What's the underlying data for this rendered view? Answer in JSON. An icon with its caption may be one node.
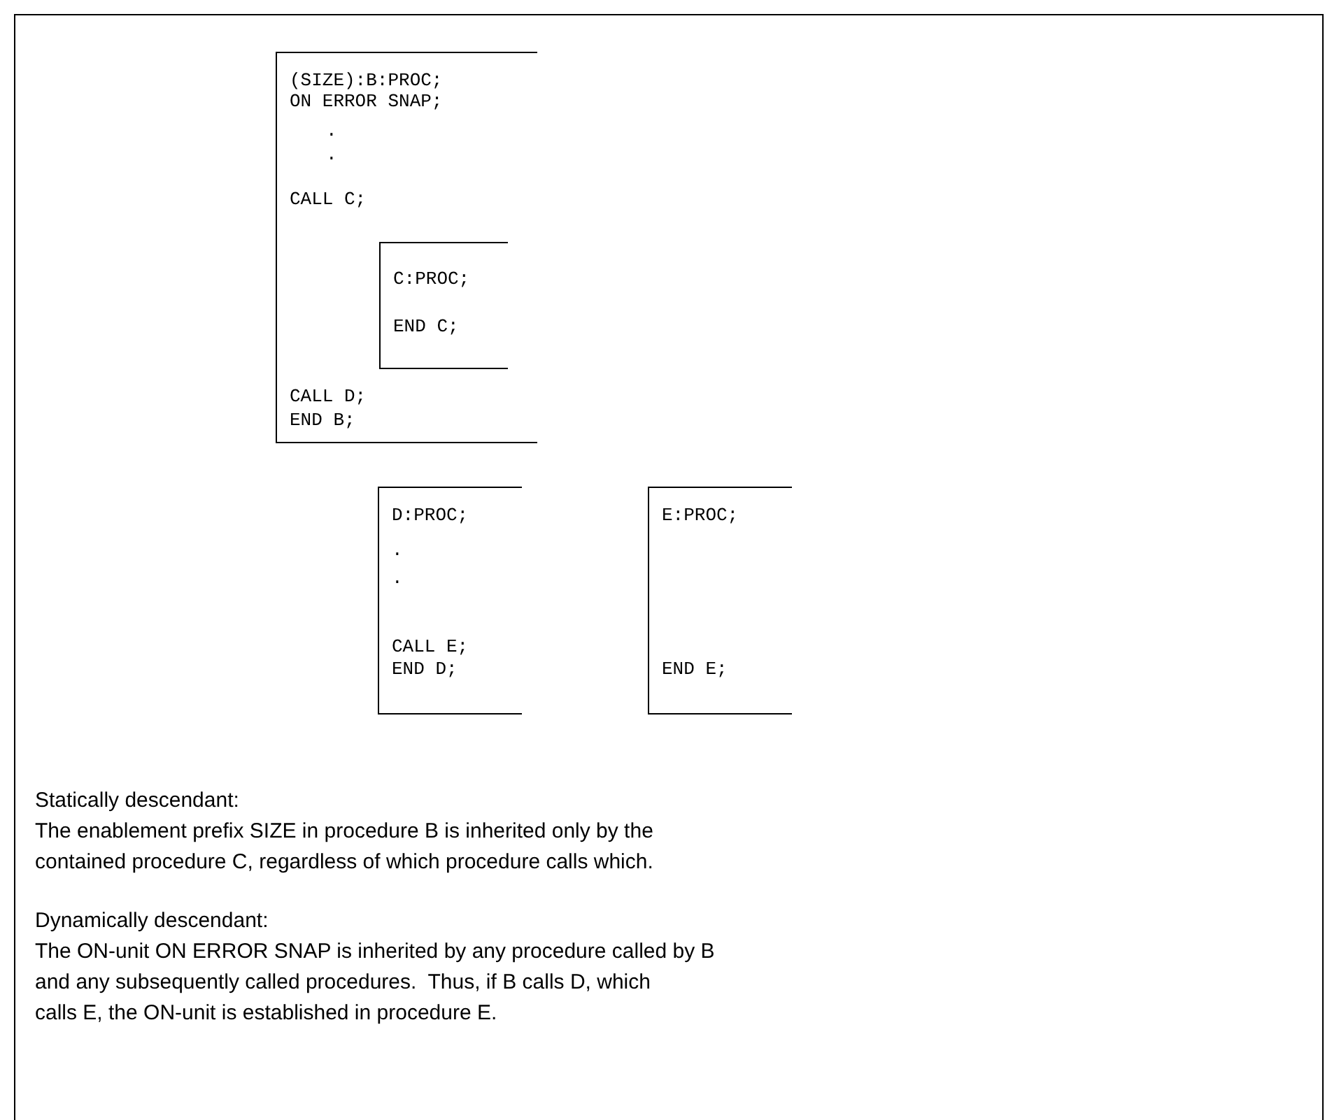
{
  "diagram": {
    "nodes": [
      {
        "text": [
          "(SIZE):B:PROC;",
          "ON ERROR SNAP;",
          ".",
          ".",
          "CALL C;",
          "CALL D;",
          "END B;"
        ]
      },
      {
        "text": [
          "C:PROC;",
          "END C;"
        ],
        "in": 0
      },
      {
        "text": [
          "D:PROC;",
          ".",
          ".",
          "CALL E;",
          "END D;"
        ]
      },
      {
        "text": [
          "E:PROC;",
          "END E;"
        ]
      }
    ],
    "labels": [
      "Statically descendant:",
      "The enablement prefix SIZE in procedure B is inherited only by the",
      "contained procedure C, regardless of which procedure calls which.",
      "Dynamically descendant:",
      "The ON-unit ON ERROR SNAP is inherited by any procedure called by B",
      "and any subsequently called procedures.  Thus, if B calls D, which",
      "calls E, the ON-unit is established in procedure E."
    ]
  }
}
